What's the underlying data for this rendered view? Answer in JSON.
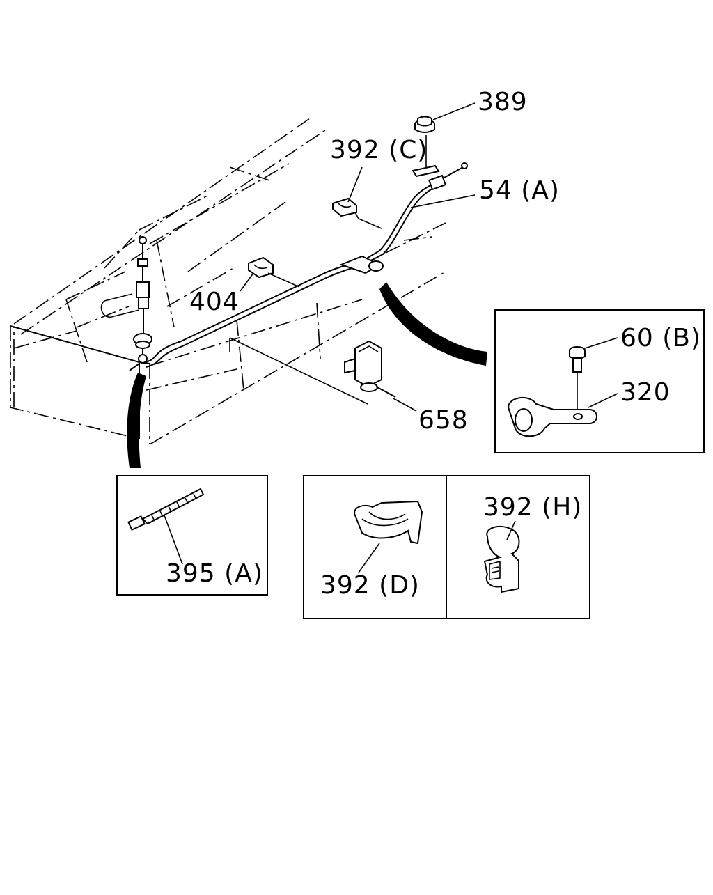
{
  "callouts": {
    "p389": "389",
    "p392c": "392 (C)",
    "p54a": "54 (A)",
    "p404": "404",
    "p60b": "60 (B)",
    "p320": "320",
    "p658": "658",
    "p395a": "395 (A)",
    "p392d": "392 (D)",
    "p392h": "392 (H)"
  }
}
